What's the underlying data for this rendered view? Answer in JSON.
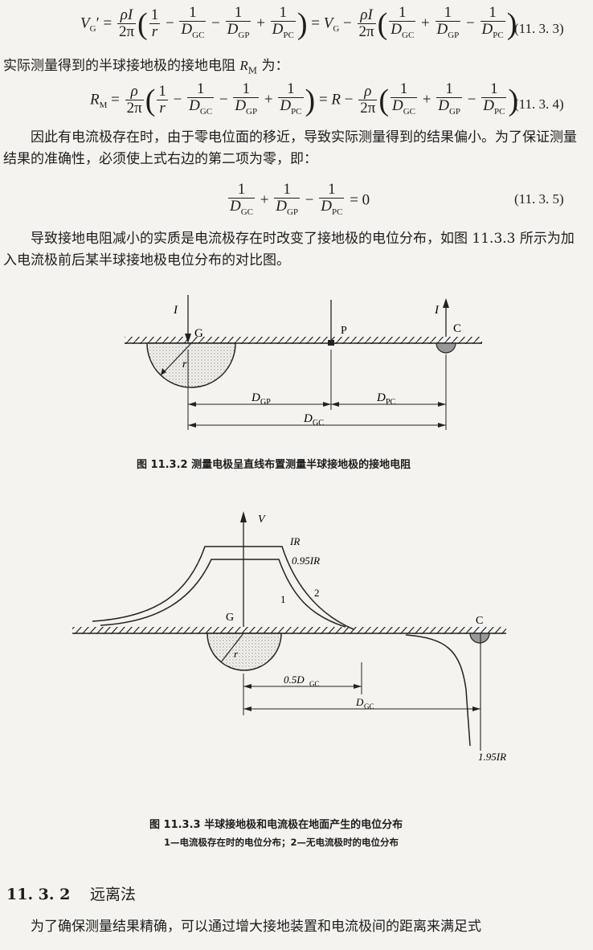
{
  "equations": {
    "eq_11_3_3": {
      "number": "(11. 3. 3)"
    },
    "eq_11_3_4": {
      "number": "(11. 3. 4)"
    },
    "eq_11_3_5": {
      "number": "(11. 3. 5)"
    }
  },
  "text": {
    "rm_intro_prefix": "实际测量得到的半球接地极的接地电阻 ",
    "rm_intro_symbol": "R",
    "rm_intro_sub": "M",
    "rm_intro_suffix": " 为：",
    "para_reason": "因此有电流极存在时，由于零电位面的移近，导致实际测量得到的结果偏小。为了保证测量结果的准确性，必须使上式右边的第二项为零，即：",
    "para_cause": "导致接地电阻减小的实质是电流极存在时改变了接地极的电位分布，如图 11.3.3 所示为加入电流极前后某半球接地极电位分布的对比图。",
    "last_line": "为了确保测量结果精确，可以通过增大接地装置和电流极间的距离来满足式"
  },
  "figure_1": {
    "caption": "图 11.3.2   测量电极呈直线布置测量半球接地极的接地电阻",
    "labels": {
      "I_left": "I",
      "G": "G",
      "P": "P",
      "I_right": "I",
      "C": "C",
      "r": "r",
      "D_GP": "D",
      "D_GP_sub": "GP",
      "D_PC": "D",
      "D_PC_sub": "PC",
      "D_GC": "D",
      "D_GC_sub": "GC"
    }
  },
  "figure_2": {
    "caption": "图 11.3.3   半球接地极和电流极在地面产生的电位分布",
    "subcaption": "1—电流极存在时的电位分布；2—无电流极时的电位分布",
    "labels": {
      "V": "V",
      "IR": "IR",
      "IR_095": "0.95IR",
      "curve_1": "1",
      "curve_2": "2",
      "G": "G",
      "C": "C",
      "r": "r",
      "half_dgc": "0.5D",
      "half_dgc_sub": "GC",
      "dgc": "D",
      "dgc_sub": "GC",
      "IR_195": "1.95IR"
    }
  },
  "section": {
    "number": "11. 3. 2",
    "title": "远离法"
  }
}
